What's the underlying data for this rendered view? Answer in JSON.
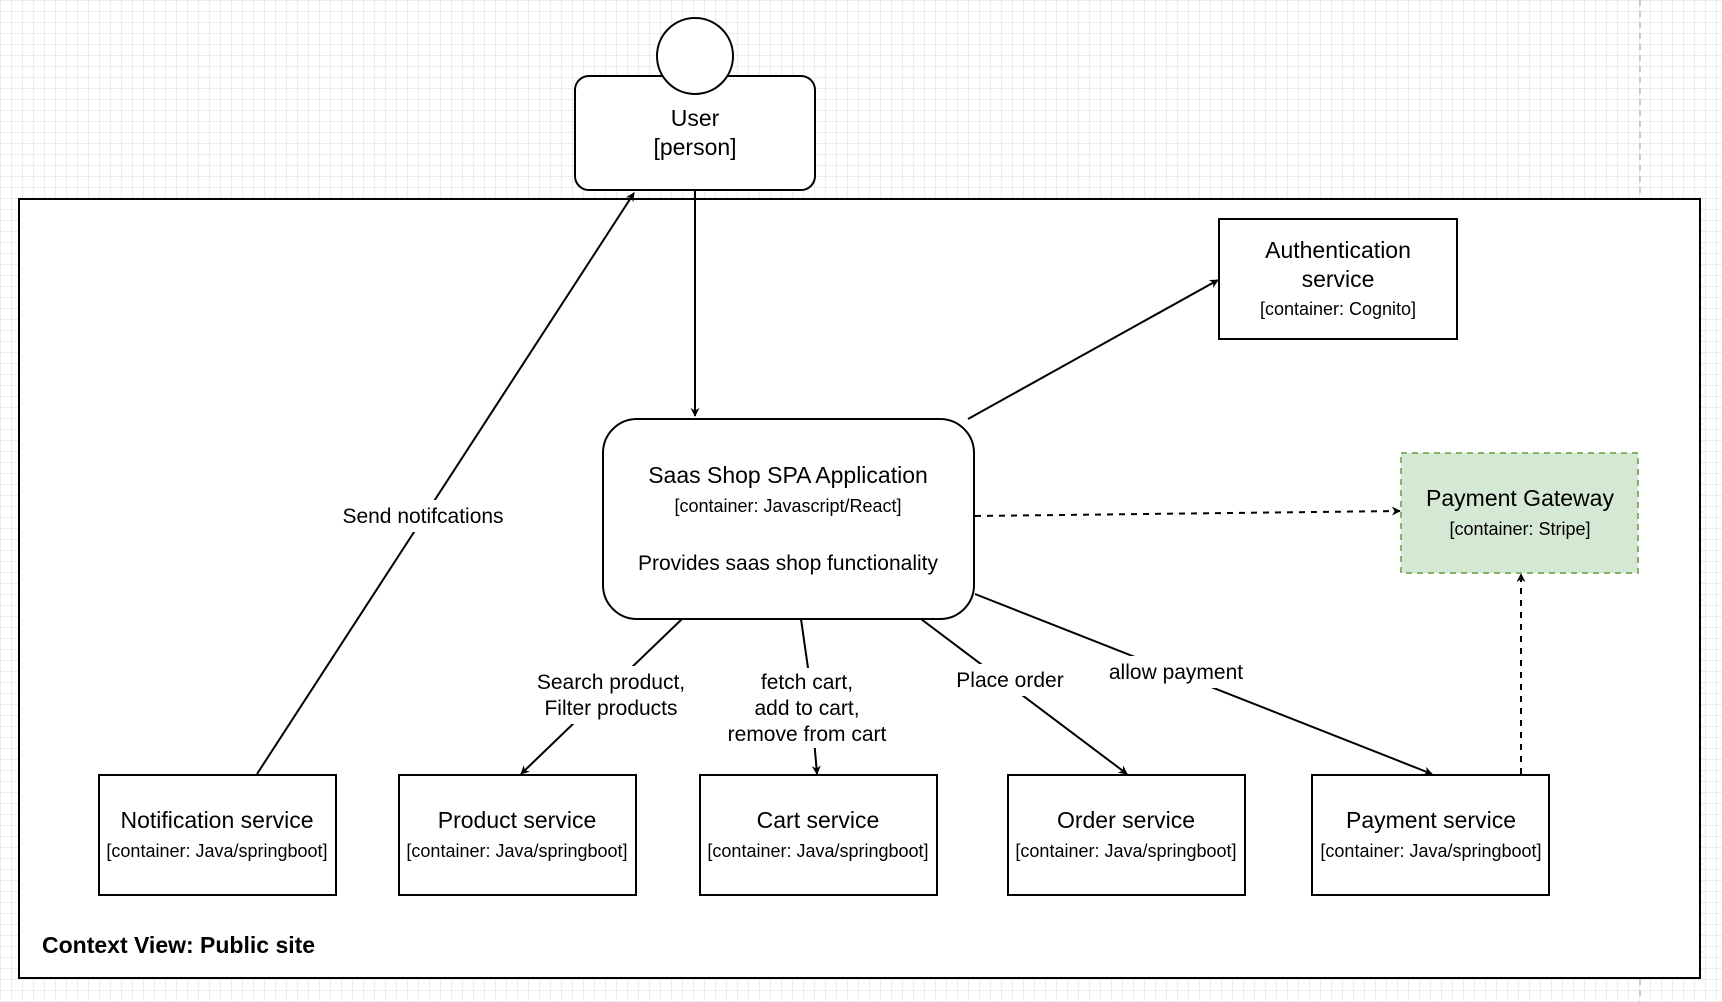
{
  "frame": {
    "title": "Context View: Public site"
  },
  "colors": {
    "stroke": "#000000",
    "gateway_fill": "#d5e8d4",
    "gateway_stroke": "#82b366",
    "grid": "#ececec"
  },
  "nodes": {
    "user": {
      "title": "User",
      "sub": "[person]"
    },
    "spa": {
      "title": "Saas Shop SPA Application",
      "sub": "[container: Javascript/React]",
      "desc": "Provides saas shop functionality"
    },
    "auth": {
      "title_line1": "Authentication",
      "title_line2": "service",
      "sub": "[container: Cognito]"
    },
    "gateway": {
      "title": "Payment Gateway",
      "sub": "[container: Stripe]"
    },
    "notification": {
      "title": "Notification service",
      "sub": "[container: Java/springboot]"
    },
    "product": {
      "title": "Product service",
      "sub": "[container: Java/springboot]"
    },
    "cart": {
      "title": "Cart service",
      "sub": "[container: Java/springboot]"
    },
    "order": {
      "title": "Order service",
      "sub": "[container: Java/springboot]"
    },
    "payment": {
      "title": "Payment service",
      "sub": "[container: Java/springboot]"
    }
  },
  "edges": {
    "notify": {
      "label": "Send notifcations"
    },
    "search": {
      "line1": "Search product,",
      "line2": "Filter products"
    },
    "cart": {
      "line1": "fetch cart,",
      "line2": "add to cart,",
      "line3": "remove from cart"
    },
    "order": {
      "label": "Place order"
    },
    "payment": {
      "label": "allow payment"
    }
  }
}
